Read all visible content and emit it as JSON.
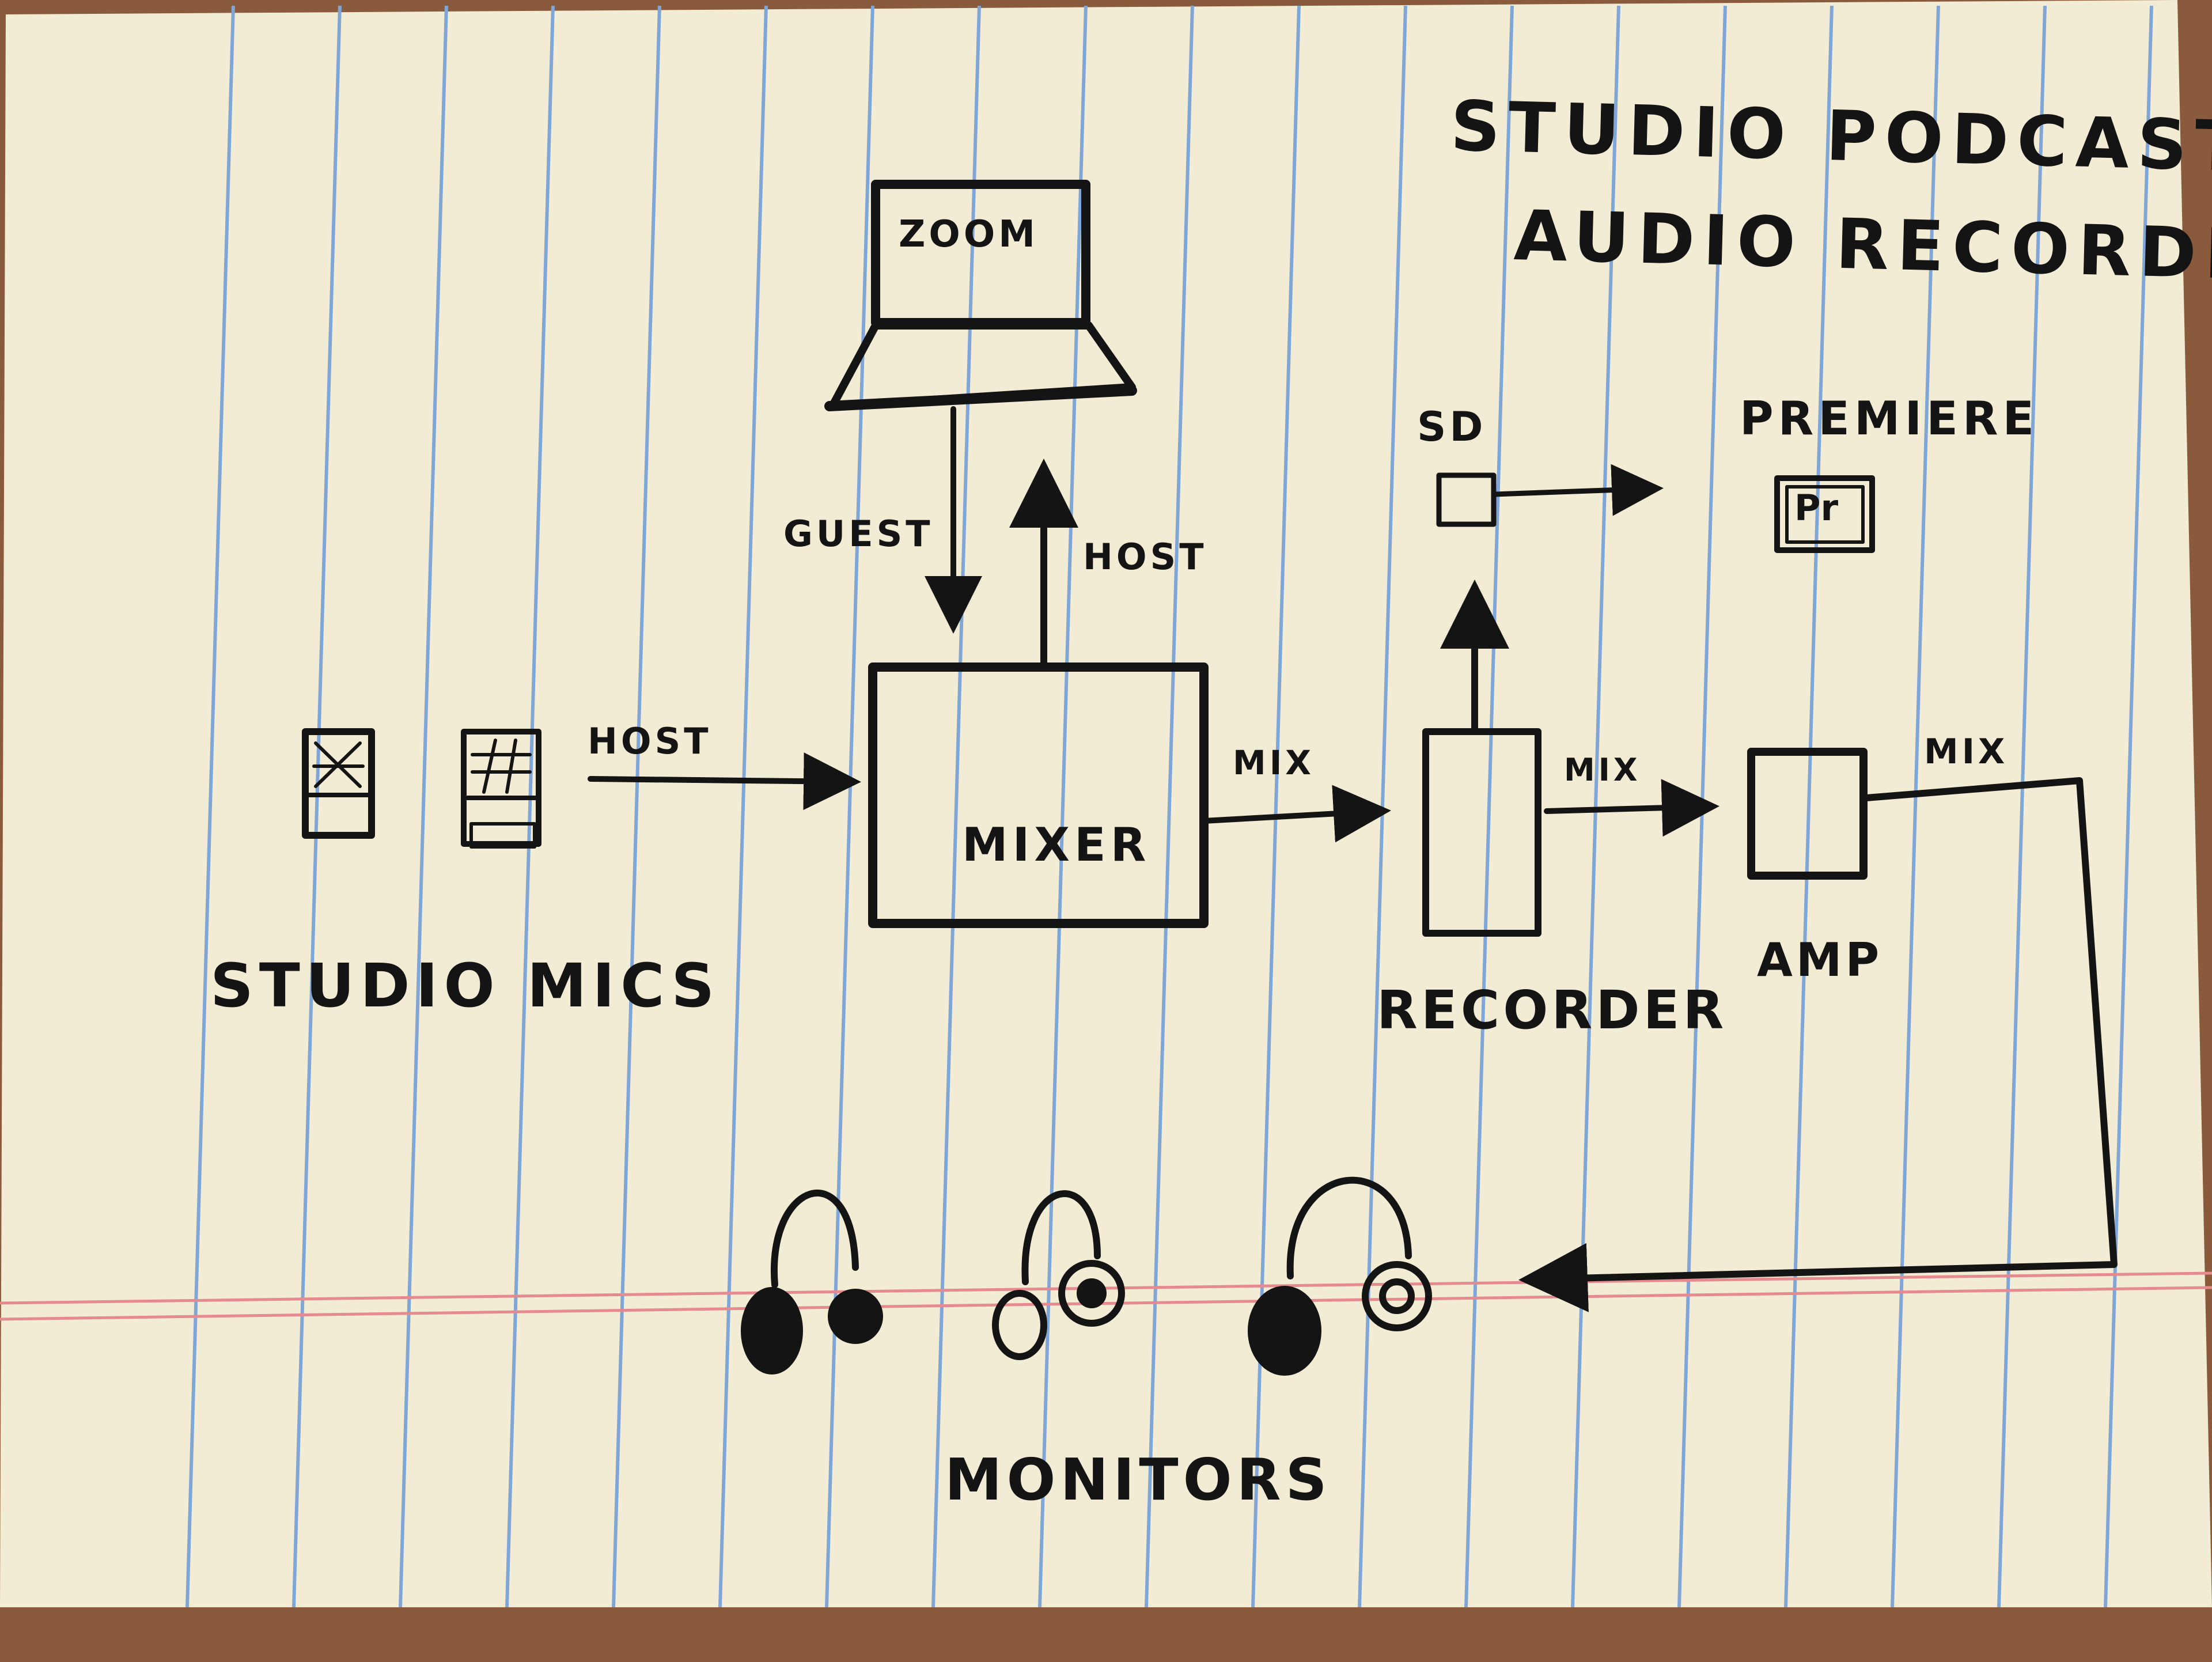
{
  "diagram": {
    "title_line1": "STUDIO PODCAST",
    "title_line2": "AUDIO RECORDING",
    "nodes": {
      "laptop": "ZOOM",
      "sd": "SD",
      "premiere": "PREMIERE",
      "premiere_logo": "Pr",
      "mixer": "MIXER",
      "studio_mics": "STUDIO MICS",
      "recorder": "RECORDER",
      "amp": "AMP",
      "monitors": "MONITORS"
    },
    "edges": {
      "zoom_to_mixer": "GUEST",
      "mixer_to_zoom": "HOST",
      "mics_to_mixer": "HOST",
      "mixer_to_recorder": "MIX",
      "recorder_to_amp": "MIX",
      "amp_to_monitors": "MIX"
    }
  },
  "colors": {
    "paper": "#f3ecd4",
    "blue_rule": "#7fa6d6",
    "red_rule": "#e58a8f",
    "ink": "#141414",
    "desk": "#8a5a3c"
  }
}
